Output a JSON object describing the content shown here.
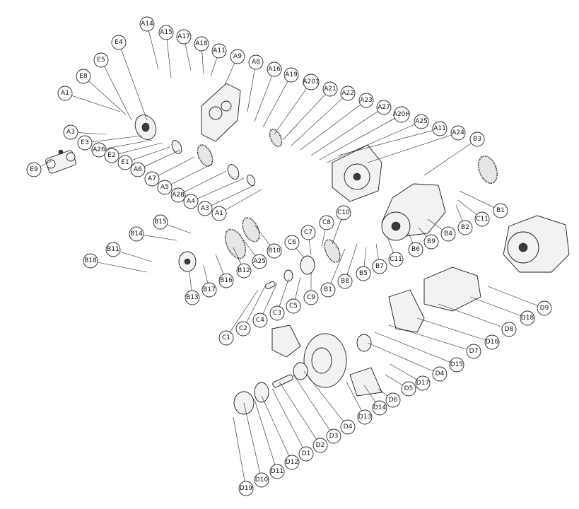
{
  "balloons": [
    {
      "id": "A1",
      "label": "A1"
    },
    {
      "id": "E8",
      "label": "E8"
    },
    {
      "id": "E5",
      "label": "E5"
    },
    {
      "id": "E4",
      "label": "E4"
    },
    {
      "id": "A14",
      "label": "A14"
    },
    {
      "id": "A15",
      "label": "A15"
    },
    {
      "id": "A17",
      "label": "A17"
    },
    {
      "id": "A18",
      "label": "A18"
    },
    {
      "id": "A11",
      "label": "A11"
    },
    {
      "id": "A9",
      "label": "A9"
    },
    {
      "id": "A8",
      "label": "A8"
    },
    {
      "id": "A16",
      "label": "A16"
    },
    {
      "id": "A19",
      "label": "A19"
    },
    {
      "id": "A201",
      "label": "A201"
    },
    {
      "id": "A21",
      "label": "A21"
    },
    {
      "id": "A22",
      "label": "A22"
    },
    {
      "id": "A23",
      "label": "A23"
    },
    {
      "id": "A27",
      "label": "A27"
    },
    {
      "id": "A20H",
      "label": "A20H"
    },
    {
      "id": "A25",
      "label": "A25"
    },
    {
      "id": "A11b",
      "label": "A11"
    },
    {
      "id": "A24",
      "label": "A24"
    },
    {
      "id": "B3",
      "label": "B3"
    },
    {
      "id": "A3",
      "label": "A3"
    },
    {
      "id": "E3",
      "label": "E3"
    },
    {
      "id": "A26",
      "label": "A26"
    },
    {
      "id": "E2",
      "label": "E2"
    },
    {
      "id": "E1",
      "label": "E1"
    },
    {
      "id": "A6",
      "label": "A6"
    },
    {
      "id": "A7",
      "label": "A7"
    },
    {
      "id": "A5",
      "label": "A5"
    },
    {
      "id": "A28",
      "label": "A28"
    },
    {
      "id": "A4",
      "label": "A4"
    },
    {
      "id": "A3b",
      "label": "A3"
    },
    {
      "id": "A1b",
      "label": "A1"
    },
    {
      "id": "E9",
      "label": "E9"
    },
    {
      "id": "B1",
      "label": "B1"
    },
    {
      "id": "B2",
      "label": "B2"
    },
    {
      "id": "C11",
      "label": "C11"
    },
    {
      "id": "B4",
      "label": "B4"
    },
    {
      "id": "B9",
      "label": "B9"
    },
    {
      "id": "B6",
      "label": "B6"
    },
    {
      "id": "C11b",
      "label": "C11"
    },
    {
      "id": "B7",
      "label": "B7"
    },
    {
      "id": "B5",
      "label": "B5"
    },
    {
      "id": "B8",
      "label": "B8"
    },
    {
      "id": "B1b",
      "label": "B1"
    },
    {
      "id": "C10",
      "label": "C10"
    },
    {
      "id": "C8",
      "label": "C8"
    },
    {
      "id": "C7",
      "label": "C7"
    },
    {
      "id": "C6",
      "label": "C6"
    },
    {
      "id": "C9",
      "label": "C9"
    },
    {
      "id": "C5",
      "label": "C5"
    },
    {
      "id": "C3",
      "label": "C3"
    },
    {
      "id": "C4",
      "label": "C4"
    },
    {
      "id": "C2",
      "label": "C2"
    },
    {
      "id": "C1",
      "label": "C1"
    },
    {
      "id": "B15",
      "label": "B15"
    },
    {
      "id": "B14",
      "label": "B14"
    },
    {
      "id": "B11",
      "label": "B11"
    },
    {
      "id": "B18",
      "label": "B18"
    },
    {
      "id": "B13",
      "label": "B13"
    },
    {
      "id": "B17",
      "label": "B17"
    },
    {
      "id": "B16",
      "label": "B16"
    },
    {
      "id": "B12",
      "label": "B12"
    },
    {
      "id": "A25b",
      "label": "A25"
    },
    {
      "id": "B10",
      "label": "B10"
    },
    {
      "id": "D9",
      "label": "D9"
    },
    {
      "id": "D18",
      "label": "D18"
    },
    {
      "id": "D8",
      "label": "D8"
    },
    {
      "id": "D16",
      "label": "D16"
    },
    {
      "id": "D7",
      "label": "D7"
    },
    {
      "id": "D15",
      "label": "D15"
    },
    {
      "id": "D4",
      "label": "D4"
    },
    {
      "id": "D17",
      "label": "D17"
    },
    {
      "id": "D5",
      "label": "D5"
    },
    {
      "id": "D6",
      "label": "D6"
    },
    {
      "id": "D14",
      "label": "D14"
    },
    {
      "id": "D13",
      "label": "D13"
    },
    {
      "id": "D4b",
      "label": "D4"
    },
    {
      "id": "D3",
      "label": "D3"
    },
    {
      "id": "D2",
      "label": "D2"
    },
    {
      "id": "D1",
      "label": "D1"
    },
    {
      "id": "D12",
      "label": "D12"
    },
    {
      "id": "D11",
      "label": "D11"
    },
    {
      "id": "D10",
      "label": "D10"
    },
    {
      "id": "D19",
      "label": "D19"
    }
  ]
}
